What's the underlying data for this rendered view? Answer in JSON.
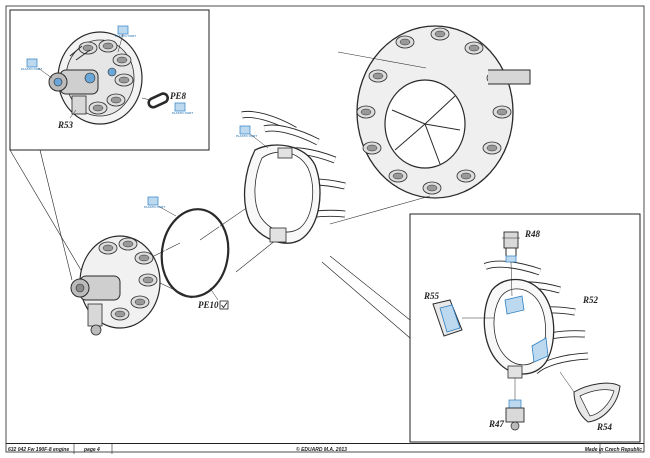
{
  "labels": {
    "pe8": "PE8",
    "r53": "R53",
    "pe10": "PE10",
    "r48": "R48",
    "r55": "R55",
    "r52": "R52",
    "r47": "R47",
    "r54": "R54"
  },
  "callout_tag_text": "PLASTIC PART",
  "colors": {
    "line": "#2a2a2a",
    "accent": "#2e7fc2",
    "accent_fill": "#bcd9f0"
  },
  "footer": {
    "left": "632 042 Fw 190F-8 engine",
    "page": "page 4",
    "center": "© EDUARD M.A. 2013",
    "right": "Made in Czech Republic"
  }
}
